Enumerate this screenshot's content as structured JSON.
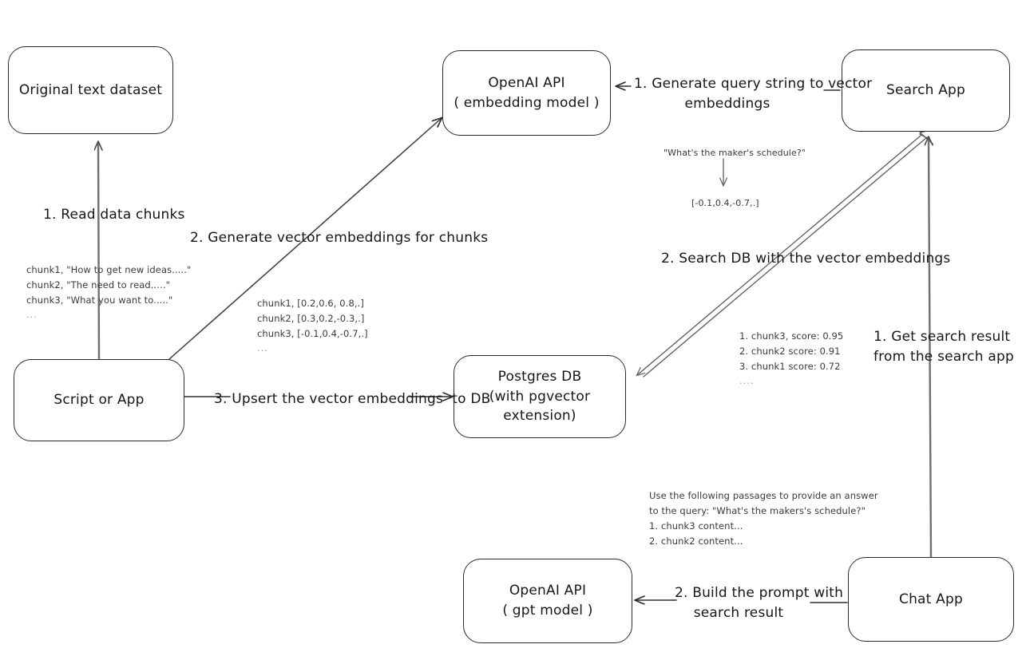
{
  "diagram": {
    "title": "Vector search RAG architecture",
    "stroke_color": "#2b2b2b",
    "text_color": "#161616",
    "note_color": "#3a3a3a",
    "background": "#ffffff"
  },
  "nodes": {
    "original_dataset": {
      "label": "Original text dataset"
    },
    "script_or_app": {
      "label": "Script or App"
    },
    "openai_embedding": {
      "line1": "OpenAI API",
      "line2": "( embedding model )"
    },
    "postgres_db": {
      "line1": "Postgres DB",
      "line2": "(with pgvector extension)"
    },
    "search_app": {
      "label": "Search App"
    },
    "chat_app": {
      "label": "Chat App"
    },
    "openai_gpt": {
      "line1": "OpenAI API",
      "line2": "( gpt model )"
    }
  },
  "edge_labels": {
    "read_data_chunks": "1. Read data chunks",
    "generate_vector_embeddings": "2. Generate vector embeddings for chunks",
    "upsert_embeddings": "3. Upsert the vector embeddings  to DB",
    "generate_query_string": "1. Generate query string to vector\nembeddings",
    "search_db": "2. Search DB with the vector embeddings",
    "get_search_result": "1. Get search result\nfrom the search app",
    "build_prompt": "2. Build the prompt with\nsearch result"
  },
  "notes": {
    "source_chunks": "chunk1, \"How to get new ideas.....\"\nchunk2, \"The need to read.....\"\nchunk3, \"What you want to.....\"",
    "source_chunks_ellipsis": "...",
    "chunk_embeddings": "chunk1, [0.2,0.6, 0.8,.]\nchunk2, [0.3,0.2,-0.3,.]\nchunk3, [-0.1,0.4,-0.7,.]",
    "chunk_embeddings_ellipsis": "...",
    "query_text": "\"What's the maker's schedule?\"",
    "query_embedding": "[-0.1,0.4,-0.7,.]",
    "search_results": "1. chunk3, score: 0.95\n2. chunk2 score: 0.91\n3. chunk1 score: 0.72",
    "search_results_ellipsis": "....",
    "prompt_text": "Use the following passages to provide an answer\nto the query: \"What's the makers's schedule?\"\n1. chunk3 content...\n2. chunk2 content..."
  }
}
